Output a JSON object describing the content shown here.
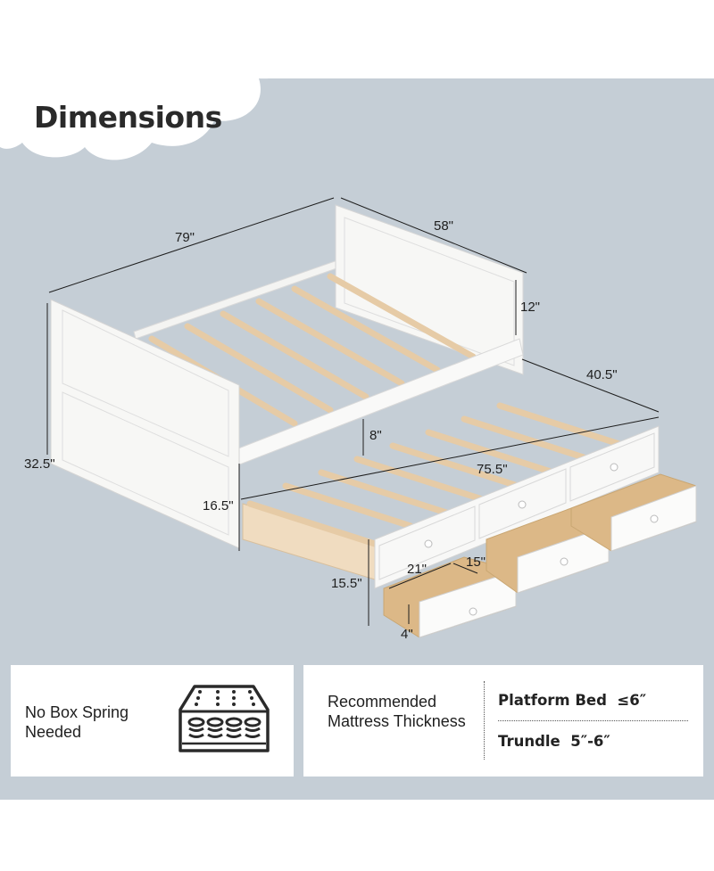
{
  "header": {
    "title": "Dimensions"
  },
  "illustration": {
    "subject": "white daybed with pull-out trundle and three storage drawers",
    "dimensions": {
      "overall_length": "79\"",
      "overall_width": "58\"",
      "headboard_above_rail": "12\"",
      "trundle_width": "40.5\"",
      "overall_height": "32.5\"",
      "rail_to_trundle": "8\"",
      "trundle_length": "75.5\"",
      "trundle_clearance": "16.5\"",
      "trundle_height": "15.5\"",
      "drawer_length": "21\"",
      "drawer_width": "15\"",
      "drawer_depth": "4\""
    }
  },
  "features": {
    "box_spring": {
      "label": "No Box Spring Needed",
      "icon": "mattress-icon"
    },
    "mattress_thickness": {
      "label": "Recommended Mattress Thickness",
      "platform_bed": "Platform Bed  ≤6″",
      "trundle": "Trundle  5″-6″"
    }
  },
  "colors": {
    "panel_bg": "#c5ced6",
    "card_bg": "#ffffff",
    "title_text": "#2a2a2a",
    "bed_white": "#f7f7f5",
    "slat_wood": "#e8cfae",
    "drawer_wood": "#dcb887"
  }
}
